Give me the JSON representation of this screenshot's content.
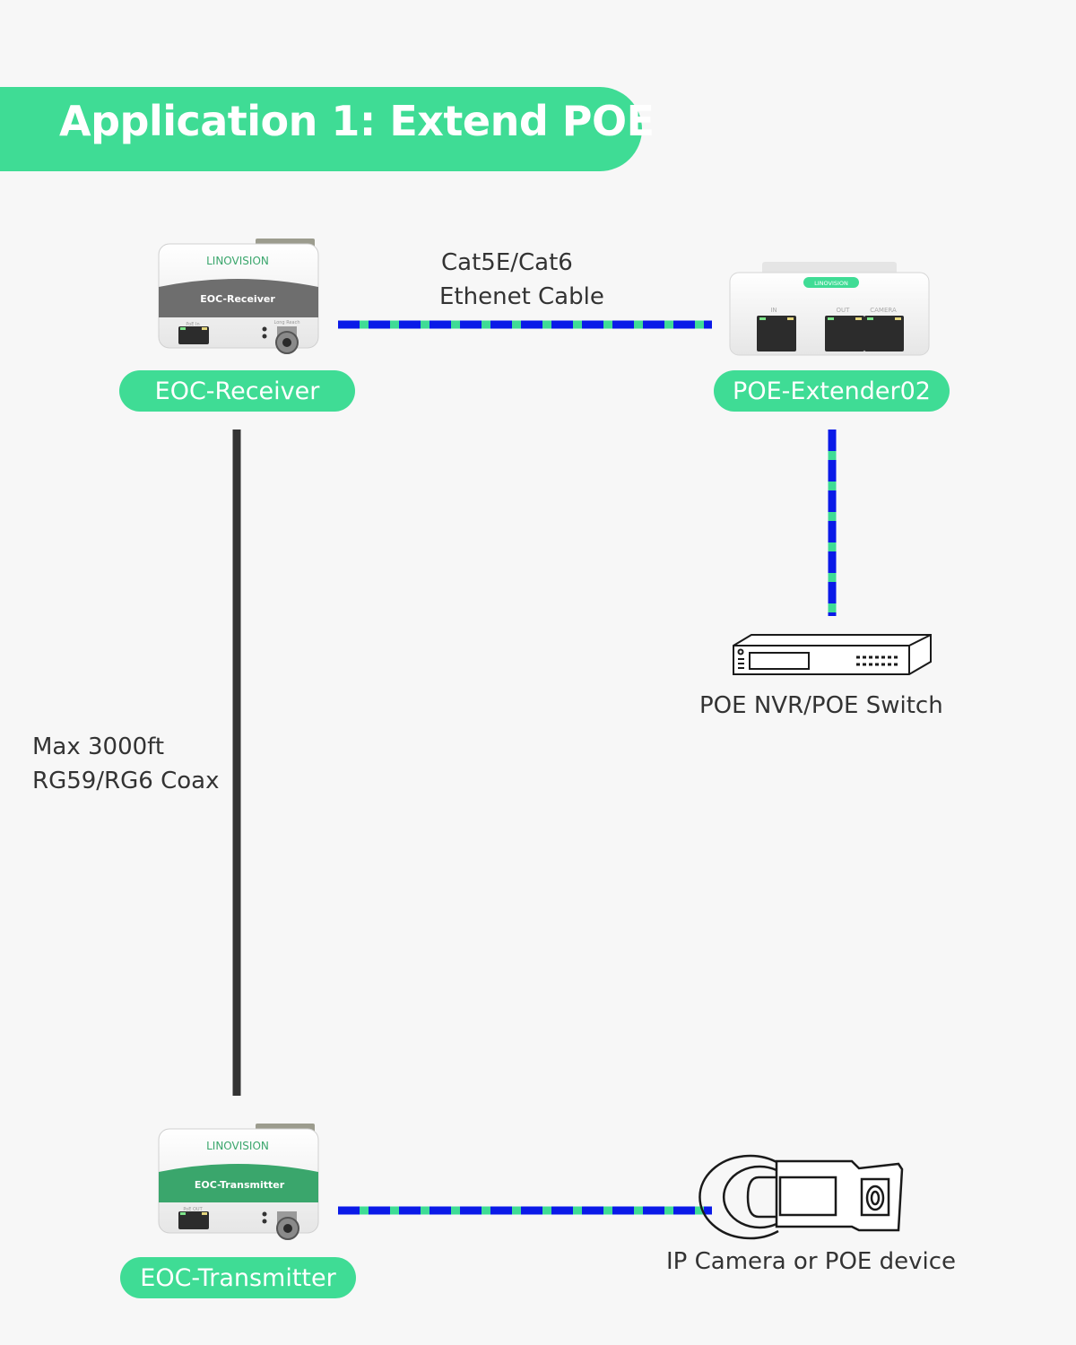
{
  "title": "Application 1: Extend POE",
  "colors": {
    "accent_green": "#3fdc95",
    "cable_blue": "#0a1ae8",
    "coax_dark": "#333333"
  },
  "devices": {
    "receiver": {
      "brand": "LINOVISION",
      "model": "EOC-Receiver",
      "label": "EOC-Receiver",
      "port_label": "PoE In",
      "coax_label": "Long Reach"
    },
    "extender": {
      "brand": "LINOVISION",
      "label": "POE-Extender02",
      "ports": [
        "IN",
        "OUT",
        "CAMERA"
      ]
    },
    "transmitter": {
      "brand": "LINOVISION",
      "model": "EOC-Transmitter",
      "label": "EOC-Transmitter",
      "port_label": "PoE OUT"
    },
    "nvr": {
      "icon": "nvr-switch-icon",
      "caption": "POE NVR/POE Switch"
    },
    "camera": {
      "icon": "ip-camera-icon",
      "caption": "IP Camera or POE device"
    }
  },
  "cables": {
    "ethernet": {
      "line1": "Cat5E/Cat6",
      "line2": "Ethenet Cable"
    },
    "coax": {
      "line1": "Max 3000ft",
      "line2": "RG59/RG6 Coax"
    }
  }
}
